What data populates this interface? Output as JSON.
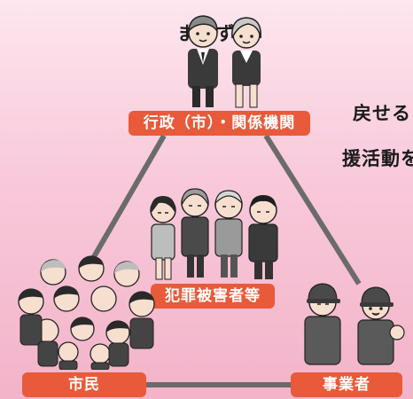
{
  "text_lines": [
    "まらず、",
    "戻せるよ",
    "援活動を"
  ],
  "nodes": {
    "admin": "行政（市）・関係機関",
    "victim": "犯罪被害者等",
    "citizen": "市民",
    "business": "事業者"
  },
  "colors": {
    "label_bg": "#e85a3a",
    "triangle": "#6b6b6b"
  }
}
